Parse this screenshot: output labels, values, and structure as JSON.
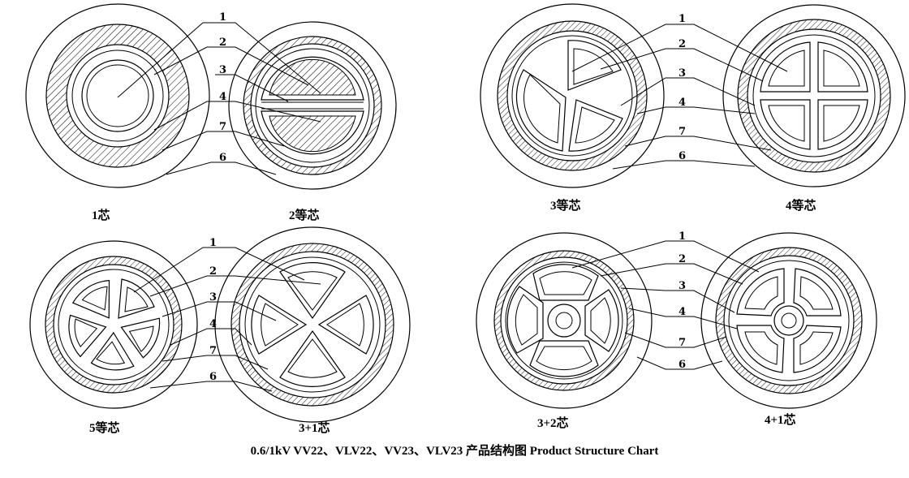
{
  "labels": {
    "n1": "1",
    "n2": "2",
    "n3": "3",
    "n4": "4",
    "n6": "6",
    "n7": "7"
  },
  "captions": {
    "core_1": "1芯",
    "core_2": "2等芯",
    "core_3": "3等芯",
    "core_4": "4等芯",
    "core_5": "5等芯",
    "core_3p1": "3+1芯",
    "core_3p2": "3+2芯",
    "core_4p1": "4+1芯"
  },
  "title": "0.6/1kV VV22、VLV22、VV23、VLV23 产品结构图 Product Structure Chart",
  "colors": {
    "line": "#000000",
    "background": "#ffffff"
  }
}
